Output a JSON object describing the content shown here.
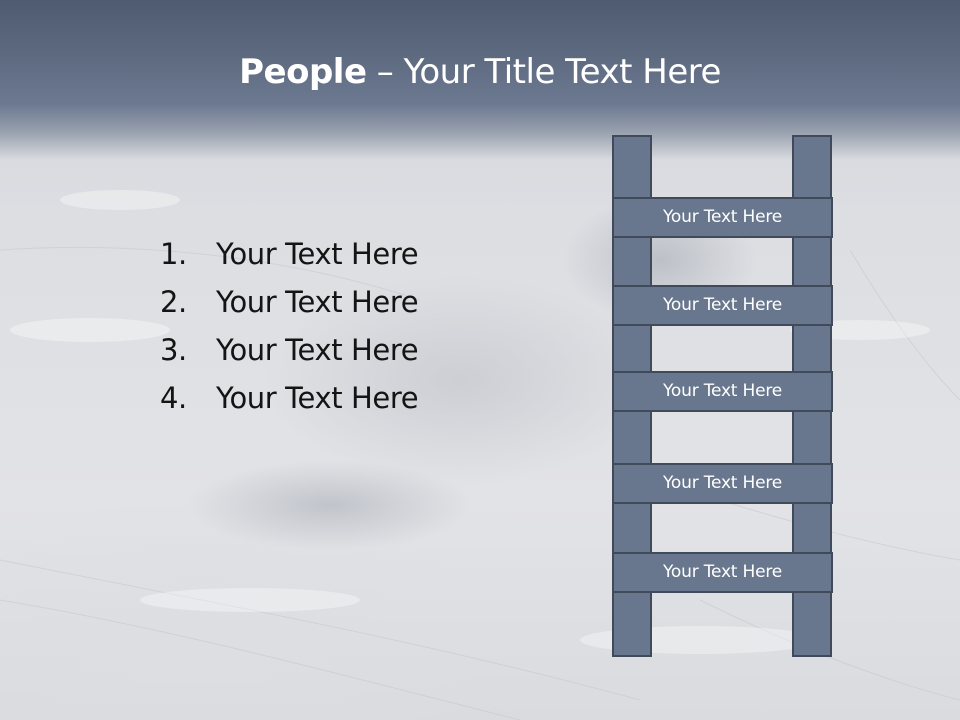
{
  "slide": {
    "title_bold": "People",
    "title_rest": " – Your Title Text Here",
    "list_items": [
      {
        "number": "1.",
        "text": "Your Text Here"
      },
      {
        "number": "2.",
        "text": "Your Text Here"
      },
      {
        "number": "3.",
        "text": "Your Text Here"
      },
      {
        "number": "4.",
        "text": "Your Text Here"
      }
    ],
    "ladder_rungs": [
      "Your Text Here",
      "Your Text Here",
      "Your Text Here",
      "Your Text Here",
      "Your Text Here"
    ]
  },
  "colors": {
    "title_band": "#5d6a80",
    "ladder_fill": "#68778d",
    "ladder_border": "#404a5a",
    "title_text": "#ffffff",
    "body_text": "#141414"
  }
}
